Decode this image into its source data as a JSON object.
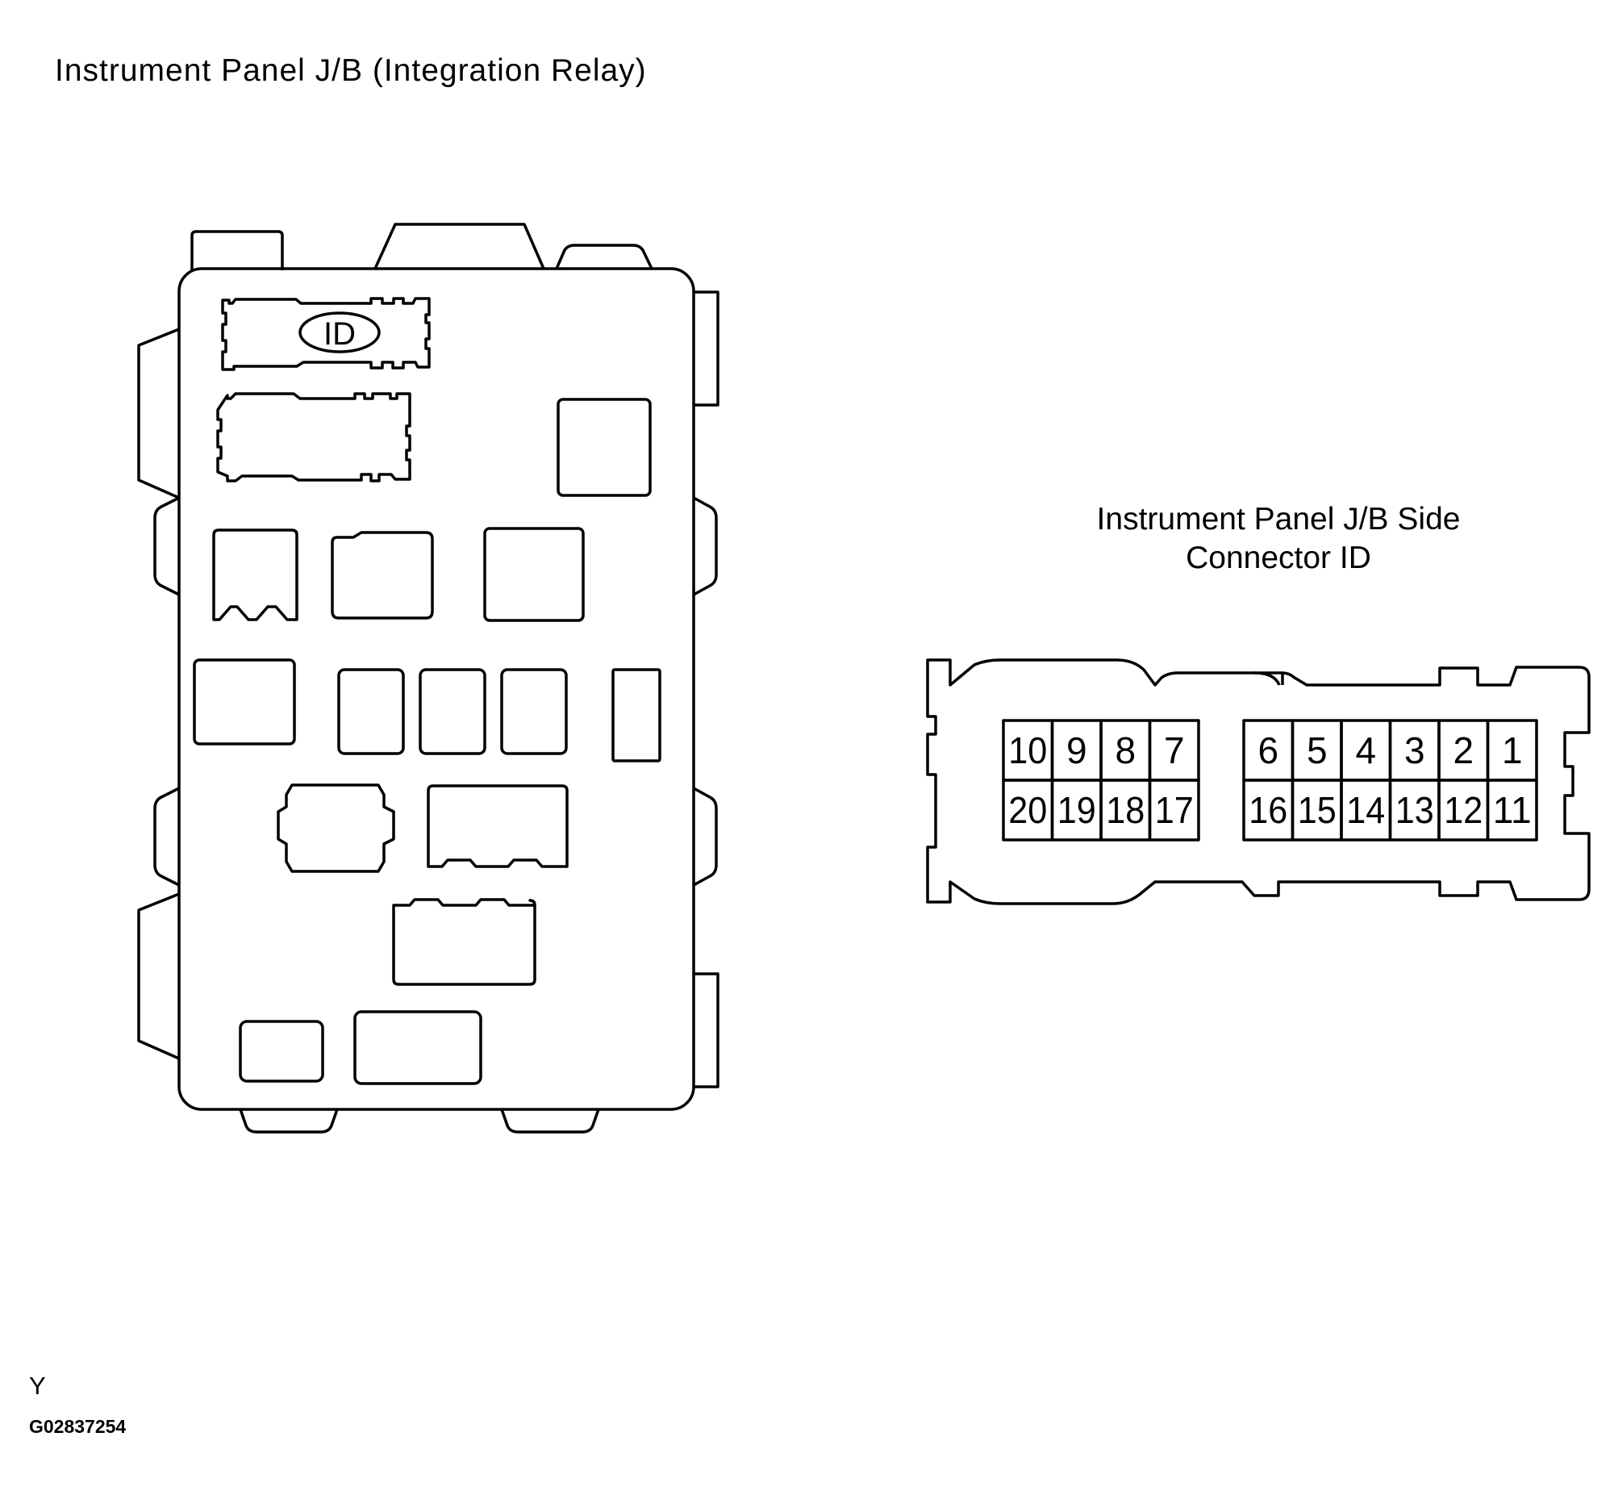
{
  "main_title": "Instrument Panel J/B (Integration Relay)",
  "connector_title": {
    "line1": "Instrument Panel J/B Side",
    "line2": "Connector ID"
  },
  "junction_block": {
    "id_label": "ID"
  },
  "connector": {
    "top_row": [
      "10",
      "9",
      "8",
      "7",
      "6",
      "5",
      "4",
      "3",
      "2",
      "1"
    ],
    "bottom_row": [
      "20",
      "19",
      "18",
      "17",
      "16",
      "15",
      "14",
      "13",
      "12",
      "11"
    ]
  },
  "figure_letter": "Y",
  "figure_code": "G02837254"
}
